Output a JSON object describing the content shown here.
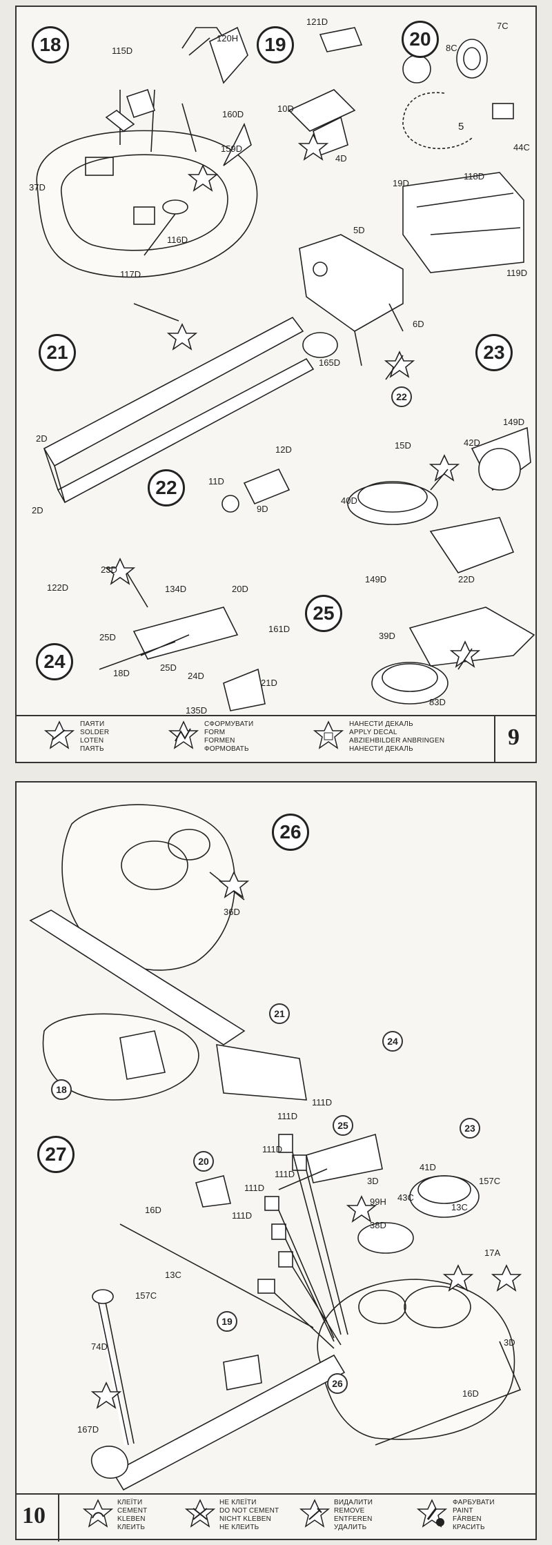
{
  "page9": {
    "number": "9",
    "steps": {
      "s18": "18",
      "s19": "19",
      "s20": "20",
      "s21": "21",
      "s22": "22",
      "s23": "23",
      "s24": "24",
      "s25": "25"
    },
    "parts": {
      "p121D": "121D",
      "p120H": "120H",
      "p115D": "115D",
      "p7C": "7C",
      "p8C": "8C",
      "p10D": "10D",
      "p160D": "160D",
      "p159D": "159D",
      "p4D": "4D",
      "p44C": "44C",
      "p5": "5",
      "p37D": "37D",
      "p19D": "19D",
      "p118D": "118D",
      "p5D": "5D",
      "p116D": "116D",
      "p117D": "117D",
      "p6D": "6D",
      "p119D": "119D",
      "p165D": "165D",
      "p2Da": "2D",
      "p2Db": "2D",
      "p22ref": "22",
      "p149D": "149D",
      "p15D": "15D",
      "p42D": "42D",
      "p12D": "12D",
      "p11D": "11D",
      "p40D": "40D",
      "p9D": "9D",
      "p23D": "23D",
      "p122D": "122D",
      "p134D": "134D",
      "p20D": "20D",
      "p149Db": "149D",
      "p22D": "22D",
      "p161D": "161D",
      "p25Da": "25D",
      "p39D": "39D",
      "p18D": "18D",
      "p25Db": "25D",
      "p24D": "24D",
      "p21D": "21D",
      "p135D": "135D",
      "p83D": "83D"
    },
    "legend": [
      [
        "ПАЯТИ",
        "SOLDER",
        "LOTEN",
        "ПАЯТЬ"
      ],
      [
        "СФОРМУВАТИ",
        "FORM",
        "FORMEN",
        "ФОРМОВАТЬ"
      ],
      [
        "НАНЕСТИ ДЕКАЛЬ",
        "APPLY DECAL",
        "ABZIEHBILDER ANBRINGEN",
        "НАНЕСТИ ДЕКАЛЬ"
      ]
    ]
  },
  "page10": {
    "number": "10",
    "steps": {
      "s26": "26",
      "s27": "27"
    },
    "refs": {
      "r21": "21",
      "r24": "24",
      "r18": "18",
      "r25": "25",
      "r23": "23",
      "r20": "20",
      "r19": "19",
      "r26": "26"
    },
    "parts": {
      "p36D": "36D",
      "p111Da": "111D",
      "p111Db": "111D",
      "p111Dc": "111D",
      "p111Dd": "111D",
      "p111De": "111D",
      "p111Df": "111D",
      "p3Da": "3D",
      "p41D": "41D",
      "p157Ca": "157C",
      "p99H": "99H",
      "p43C": "43C",
      "p13Ca": "13C",
      "p38D": "38D",
      "p16Da": "16D",
      "p17A": "17A",
      "p157Cb": "157C",
      "p13Cb": "13C",
      "p3Db": "3D",
      "p74D": "74D",
      "p16Db": "16D",
      "p167D": "167D"
    },
    "legend": [
      [
        "КЛЕЇТИ",
        "CEMENT",
        "KLEBEN",
        "КЛЕИТЬ"
      ],
      [
        "НЕ КЛЕЇТИ",
        "DO NOT CEMENT",
        "NICHT KLEBEN",
        "НЕ КЛЕИТЬ"
      ],
      [
        "ВИДАЛИТИ",
        "REMOVE",
        "ENTFEREN",
        "УДАЛИТЬ"
      ],
      [
        "ФАРБУВАТИ",
        "PAINT",
        "FÄRBEN",
        "КРАСИТЬ"
      ]
    ]
  }
}
